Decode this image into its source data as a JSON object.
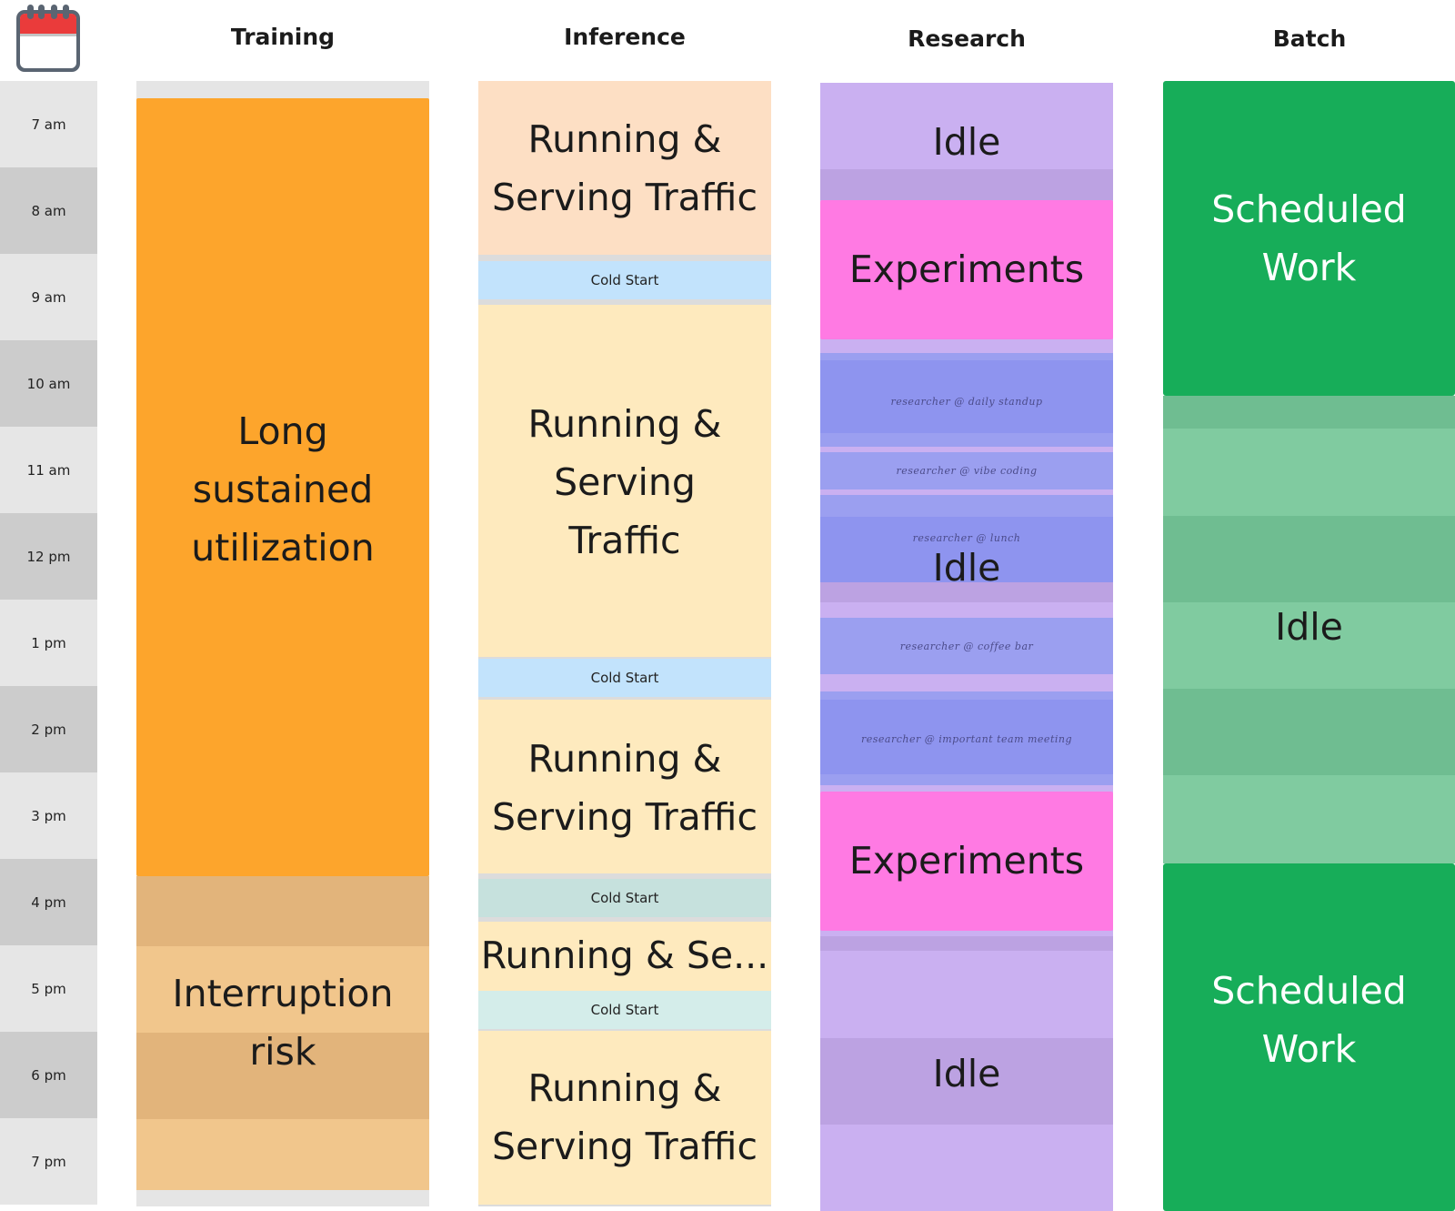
{
  "columns": {
    "training": "Training",
    "inference": "Inference",
    "research": "Research",
    "batch": "Batch"
  },
  "times": [
    "7 am",
    "8 am",
    "9 am",
    "10 am",
    "11 am",
    "12 pm",
    "1 pm",
    "2 pm",
    "3 pm",
    "4 pm",
    "5 pm",
    "6 pm",
    "7 pm"
  ],
  "training": {
    "main": "Long\nsustained\nutilization",
    "interruption": "Interruption\nrisk"
  },
  "inference": {
    "block1": "Running &\nServing Traffic",
    "cold1": "Cold Start",
    "block2": "Running &\nServing\nTraffic",
    "cold2": "Cold Start",
    "block3": "Running &\nServing Traffic",
    "cold3": "Cold Start",
    "block4": "Running & Se...",
    "cold4": "Cold Start",
    "block5": "Running &\nServing Traffic"
  },
  "research": {
    "idle1": "Idle",
    "experiments1": "Experiments",
    "standup": "researcher @ daily standup",
    "vibe": "researcher @ vibe coding",
    "lunch": "researcher @ lunch",
    "idle2": "Idle",
    "coffee": "researcher @ coffee bar",
    "meeting": "researcher @ important team meeting",
    "experiments2": "Experiments",
    "idle3": "Idle"
  },
  "batch": {
    "scheduled1": "Scheduled\nWork",
    "idle": "Idle",
    "scheduled2": "Scheduled\nWork"
  },
  "colors": {
    "training": "#fda52c",
    "inference_peach": "#fddfc4",
    "inference_cream": "#feeabe",
    "cold_blue": "#c2e3fc",
    "research_purple": "#cab0f1",
    "experiments_pink": "#ff7ae3",
    "meeting_blue": "#8e94ef",
    "batch_green": "#17ad59",
    "batch_idle": "#80cba0"
  },
  "icons": {
    "calendar": "calendar-icon"
  }
}
